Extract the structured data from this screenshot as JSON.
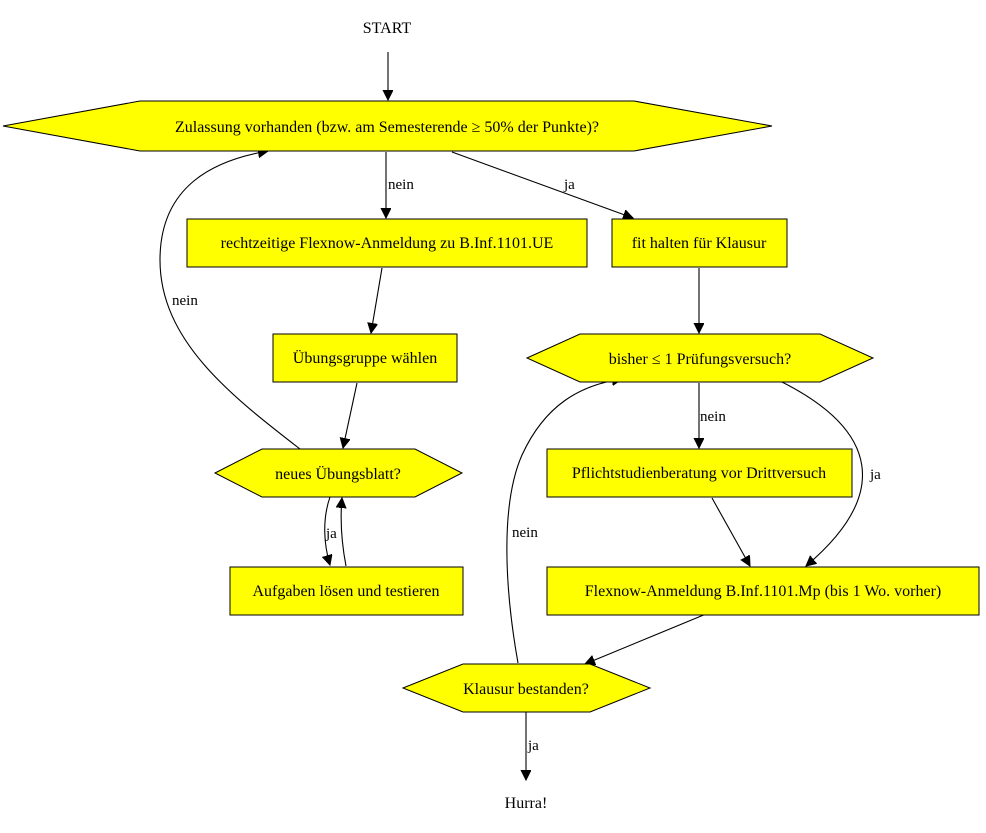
{
  "terminals": {
    "start": "START",
    "end": "Hurra!"
  },
  "nodes": {
    "zulassung": "Zulassung vorhanden (bzw. am Semesterende ≥ 50% der Punkte)?",
    "flexnow_ue": "rechtzeitige Flexnow-Anmeldung zu B.Inf.1101.UE",
    "fit_halten": "fit halten für Klausur",
    "uebungsgruppe": "Übungsgruppe wählen",
    "pruefungsversuch": "bisher ≤ 1 Prüfungsversuch?",
    "neues_blatt": "neues Übungsblatt?",
    "pflichtberatung": "Pflichtstudienberatung vor Drittversuch",
    "aufgaben": "Aufgaben lösen und testieren",
    "flexnow_mp": "Flexnow-Anmeldung B.Inf.1101.Mp (bis 1 Wo. vorher)",
    "klausur": "Klausur bestanden?"
  },
  "edge_labels": {
    "zulassung_nein": "nein",
    "zulassung_ja": "ja",
    "blatt_nein": "nein",
    "blatt_ja": "ja",
    "versuch_nein": "nein",
    "versuch_ja": "ja",
    "klausur_nein": "nein",
    "klausur_ja": "ja"
  },
  "colors": {
    "node_fill": "#ffff00",
    "stroke": "#000000",
    "background": "#ffffff"
  }
}
